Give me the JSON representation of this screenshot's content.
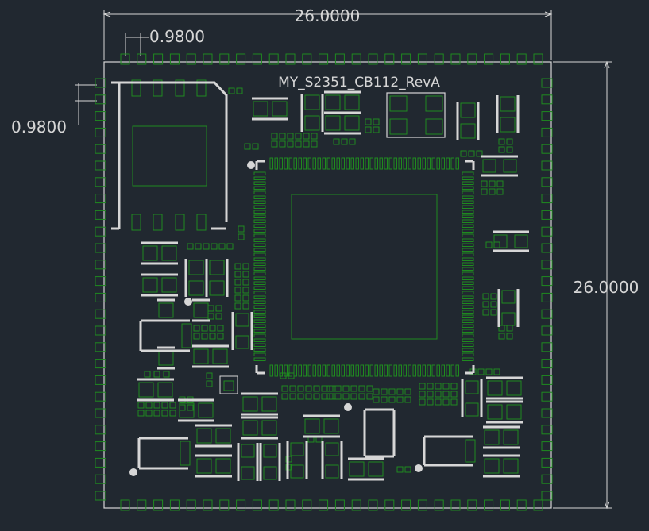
{
  "board": {
    "label": "MY_S2351_CB112_RevA"
  },
  "dimensions": {
    "width": "26.0000",
    "height": "26.0000",
    "pad_pitch_top": "0.9800",
    "pad_pitch_left": "0.9800"
  },
  "colors": {
    "background": "#212830",
    "copper_pad": "#1f8a1f",
    "silkscreen": "#d6d6d6",
    "dimension_line": "#d6d6d6"
  }
}
